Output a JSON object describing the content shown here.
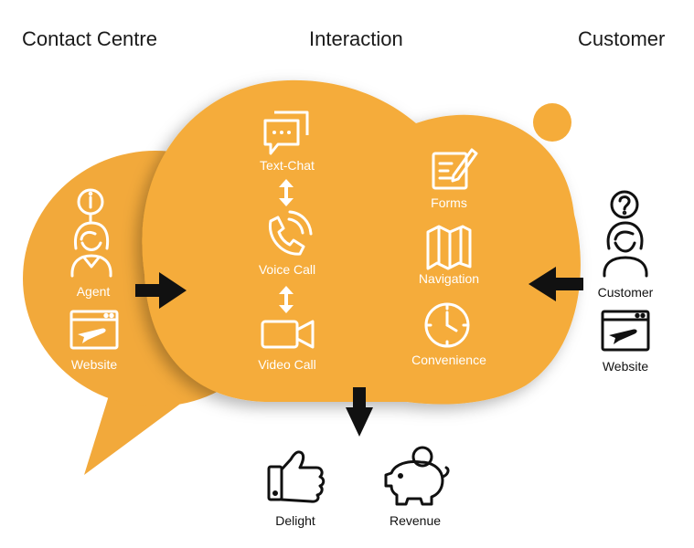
{
  "headers": {
    "left": "Contact Centre",
    "center": "Interaction",
    "right": "Customer"
  },
  "left_bubble": {
    "agent_label": "Agent",
    "website_label": "Website"
  },
  "channels": {
    "text_chat": "Text-Chat",
    "voice_call": "Voice Call",
    "video_call": "Video Call"
  },
  "features": {
    "forms": "Forms",
    "navigation": "Navigation",
    "convenience": "Convenience"
  },
  "customer_side": {
    "customer_label": "Customer",
    "website_label": "Website"
  },
  "outcomes": {
    "delight": "Delight",
    "revenue": "Revenue"
  },
  "colors": {
    "bubble_front": "#F5AC3A",
    "bubble_back": "#F2A93B",
    "icon_light": "#ffffff",
    "icon_dark": "#111111"
  }
}
